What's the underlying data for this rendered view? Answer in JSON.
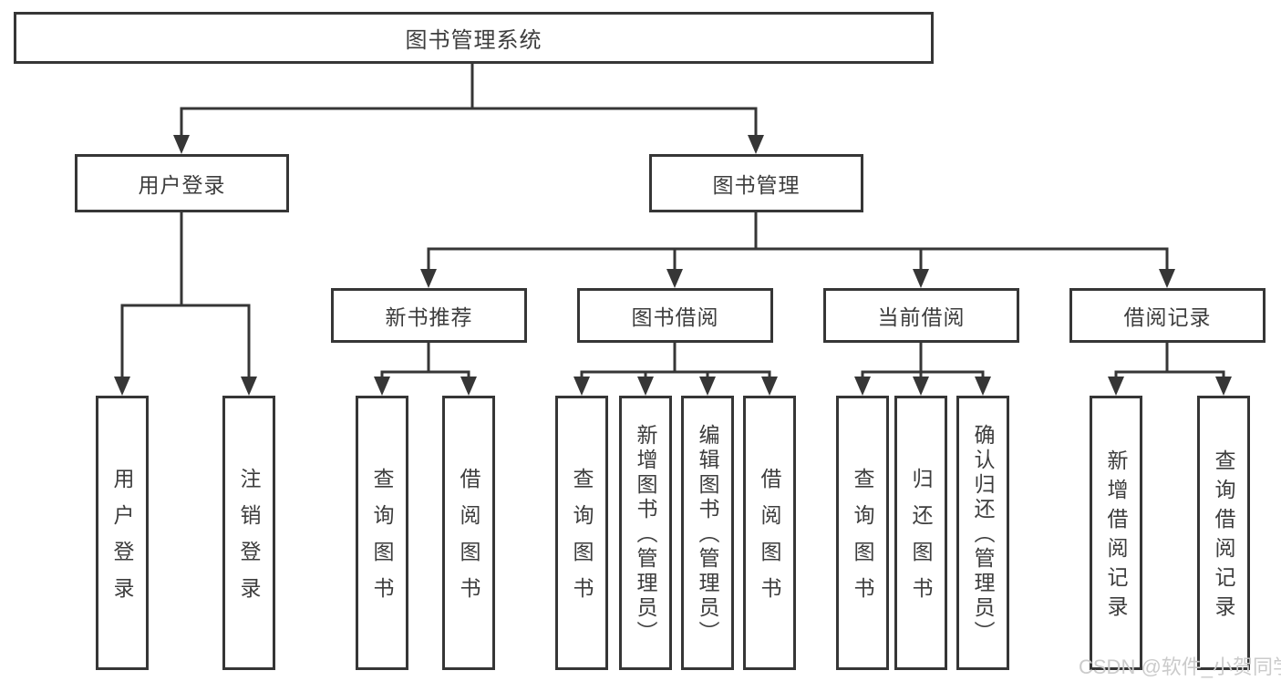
{
  "tree": {
    "root": {
      "label": "图书管理系统"
    },
    "user_login": {
      "label": "用户登录",
      "children": [
        {
          "label": "用户登录"
        },
        {
          "label": "注销登录"
        }
      ]
    },
    "book_management": {
      "label": "图书管理",
      "children": [
        {
          "label": "新书推荐",
          "children": [
            {
              "label": "查询图书"
            },
            {
              "label": "借阅图书"
            }
          ]
        },
        {
          "label": "图书借阅",
          "children": [
            {
              "label": "查询图书"
            },
            {
              "label": "新增图书（管理员）"
            },
            {
              "label": "编辑图书（管理员）"
            },
            {
              "label": "借阅图书"
            }
          ]
        },
        {
          "label": "当前借阅",
          "children": [
            {
              "label": "查询图书"
            },
            {
              "label": "归还图书"
            },
            {
              "label": "确认归还（管理员）"
            }
          ]
        },
        {
          "label": "借阅记录",
          "children": [
            {
              "label": "新增借阅记录"
            },
            {
              "label": "查询借阅记录"
            }
          ]
        }
      ]
    }
  },
  "watermark": {
    "text": "CSDN @软件_小贺同学",
    "color": "#cbcbcb"
  },
  "colors": {
    "line": "#363636",
    "text": "#3d3d3d",
    "background": "#ffffff"
  }
}
